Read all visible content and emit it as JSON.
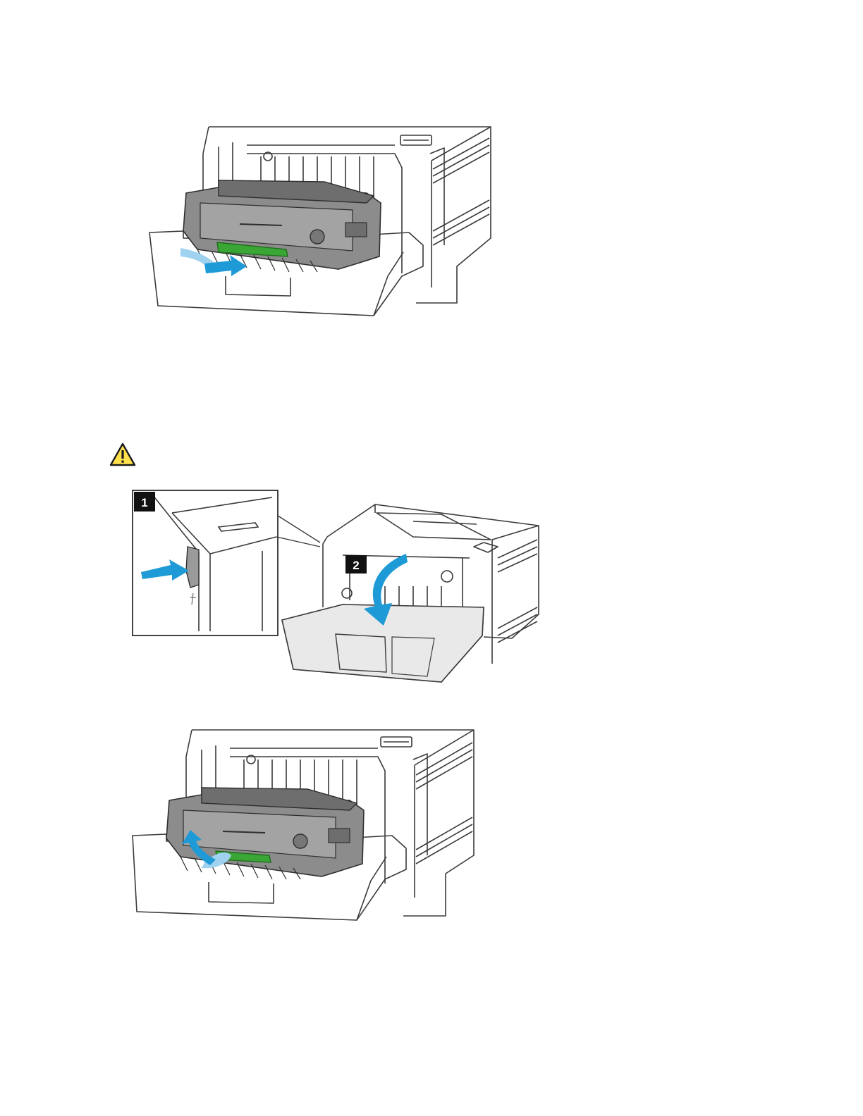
{
  "colors": {
    "line": "#3a3a3a",
    "cartridge": "#8c8c8c",
    "cartridge_dark": "#5e5e5e",
    "handle": "#3aa635",
    "arrow": "#1e9ad6",
    "arrow_light": "#9fd2ee",
    "warning_fill": "#ffe14d",
    "callout_bg": "#111111"
  },
  "figures": [
    {
      "name": "insert-imaging-unit",
      "arrow_direction": "inward"
    },
    {
      "name": "open-front-door",
      "callouts": [
        "1",
        "2"
      ]
    },
    {
      "name": "remove-imaging-unit",
      "arrow_direction": "outward"
    }
  ],
  "icons": {
    "caution": "warning-triangle-icon"
  }
}
